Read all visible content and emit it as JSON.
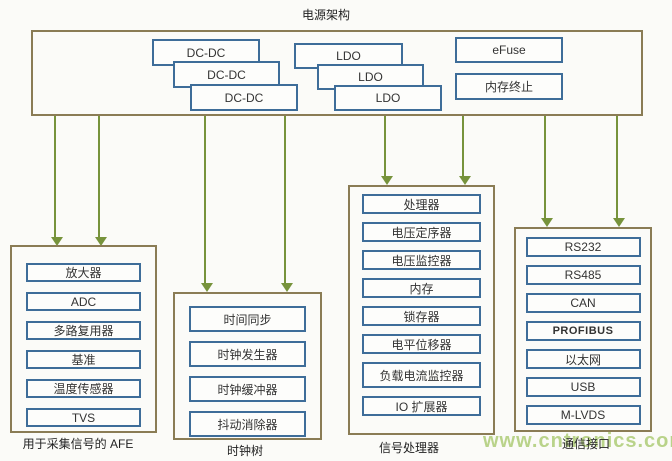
{
  "title": "电源架构",
  "watermark": "www.cntronics.com",
  "power_box": {
    "dcdc_labels": [
      "DC-DC",
      "DC-DC",
      "DC-DC"
    ],
    "ldo_labels": [
      "LDO",
      "LDO",
      "LDO"
    ],
    "efuse_label": "eFuse",
    "memory_termination_label": "内存终止"
  },
  "groups": [
    {
      "label": "用于采集信号的 AFE",
      "items": [
        "放大器",
        "ADC",
        "多路复用器",
        "基准",
        "温度传感器",
        "TVS"
      ]
    },
    {
      "label": "时钟树",
      "items": [
        "时间同步",
        "时钟发生器",
        "时钟缓冲器",
        "抖动消除器"
      ]
    },
    {
      "label": "信号处理器",
      "items": [
        "处理器",
        "电压定序器",
        "电压监控器",
        "内存",
        "锁存器",
        "电平位移器",
        "负载电流监控器",
        "IO 扩展器"
      ]
    },
    {
      "label": "通信接口",
      "items": [
        "RS232",
        "RS485",
        "CAN",
        "PROFIBUS",
        "以太网",
        "USB",
        "M-LVDS"
      ]
    }
  ],
  "colors": {
    "group_border": "#8a7c55",
    "chip_border": "#3e6d99",
    "arrow": "#77933c",
    "text": "#3a3a3a",
    "watermark": "#b9d38a"
  }
}
